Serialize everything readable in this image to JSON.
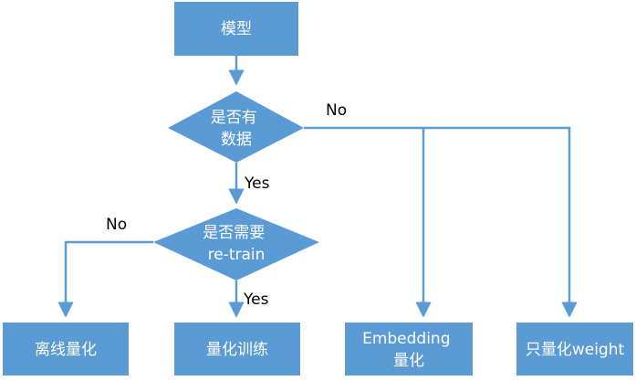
{
  "colors": {
    "node_fill": "#5b9bd5",
    "node_text": "#ffffff",
    "edge": "#5b9bd5"
  },
  "nodes": {
    "model": {
      "text": [
        "模型"
      ]
    },
    "has_data": {
      "text": [
        "是否有",
        "数据"
      ]
    },
    "need_retrain": {
      "text": [
        "是否需要",
        "re-train"
      ]
    },
    "offline_quant": {
      "text": [
        "离线量化"
      ]
    },
    "quant_train": {
      "text": [
        "量化训练"
      ]
    },
    "embedding_quant": {
      "text": [
        "Embedding",
        "量化"
      ]
    },
    "weight_only": {
      "text": [
        "只量化weight"
      ]
    }
  },
  "edge_labels": {
    "has_data_no": "No",
    "has_data_yes": "Yes",
    "retrain_no": "No",
    "retrain_yes": "Yes"
  }
}
